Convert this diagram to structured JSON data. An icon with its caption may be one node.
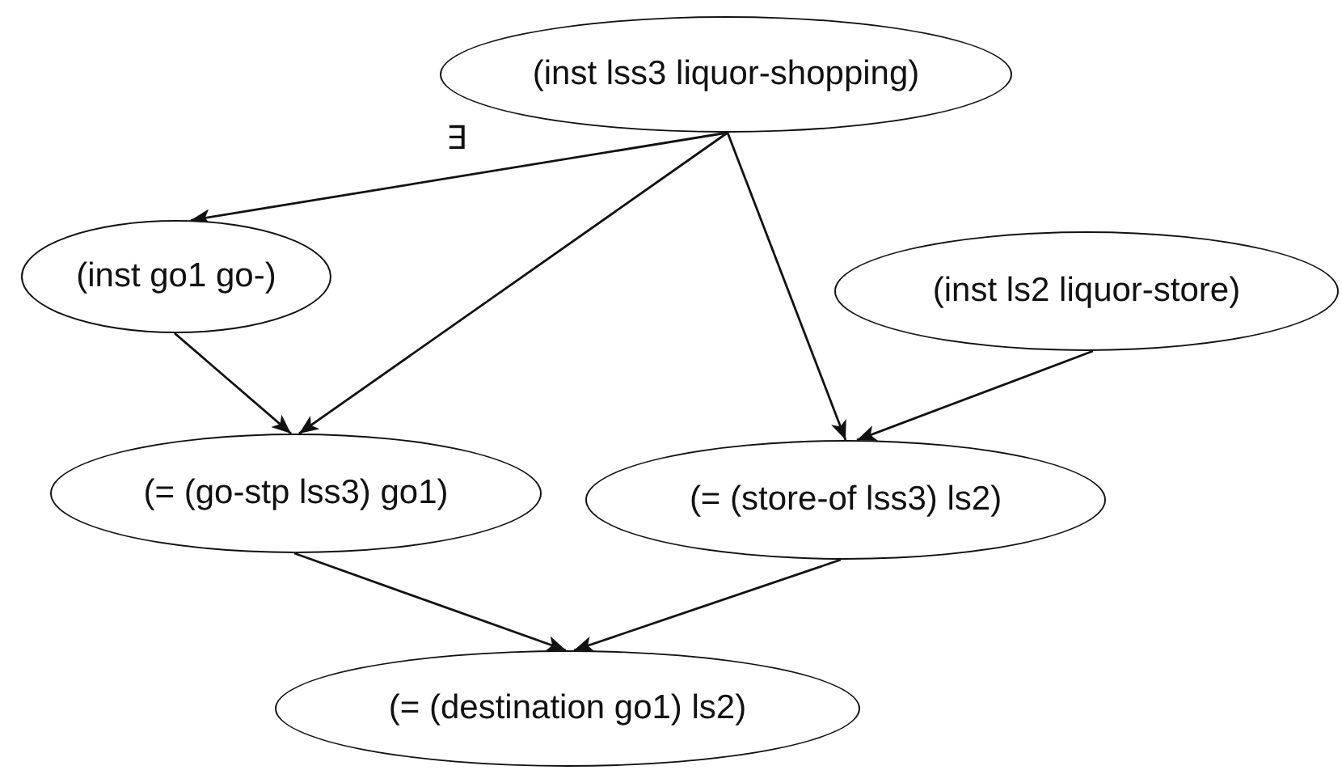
{
  "diagram": {
    "nodes": [
      {
        "text": [
          "(inst lss3 liquor-shopping)"
        ]
      },
      {
        "text": [
          "(inst go1 go-)"
        ]
      },
      {
        "text": [
          "(inst ls2 liquor-store)"
        ]
      },
      {
        "text": [
          "(= (go-stp lss3) go1)"
        ]
      },
      {
        "text": [
          "(= (store-of lss3) ls2)"
        ]
      },
      {
        "text": [
          "(= (destination go1) ls2)"
        ]
      }
    ],
    "edges": [
      {
        "from": 0,
        "to": 1,
        "arrow": "to",
        "label": "∃"
      },
      {
        "from": 0,
        "to": 3,
        "arrow": "to"
      },
      {
        "from": 0,
        "to": 4,
        "arrow": "to"
      },
      {
        "from": 2,
        "to": 4,
        "arrow": "to"
      },
      {
        "from": 1,
        "to": 3,
        "arrow": "to"
      },
      {
        "from": 3,
        "to": 5,
        "arrow": "to"
      },
      {
        "from": 4,
        "to": 5,
        "arrow": "to"
      }
    ]
  }
}
